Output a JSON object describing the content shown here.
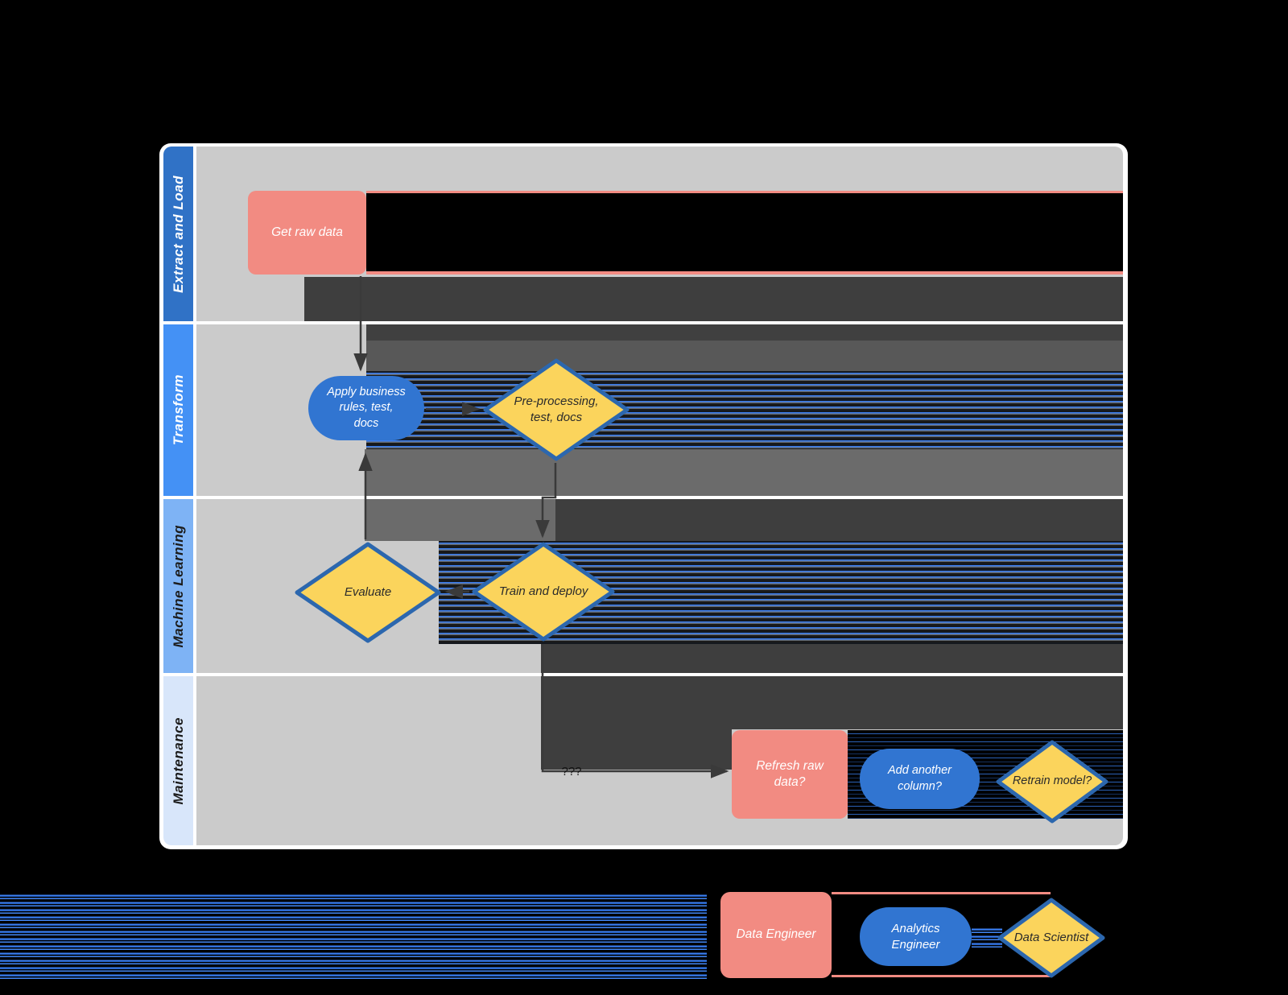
{
  "diagram": {
    "lanes": [
      {
        "label": "Extract and Load"
      },
      {
        "label": "Transform"
      },
      {
        "label": "Machine Learning"
      },
      {
        "label": "Maintenance"
      }
    ],
    "nodes": [
      {
        "id": "get-raw-data",
        "shape": "rounded-rect",
        "role_color": "#F28B82",
        "label": "Get raw data"
      },
      {
        "id": "apply-business-rules",
        "shape": "stadium",
        "role_color": "#3175D1",
        "label": "Apply business\nrules, test,\ndocs"
      },
      {
        "id": "pre-processing",
        "shape": "diamond",
        "role_color": "#FBD45C",
        "label": "Pre-processing,\ntest, docs"
      },
      {
        "id": "evaluate",
        "shape": "diamond",
        "role_color": "#FBD45C",
        "label": "Evaluate"
      },
      {
        "id": "train-and-deploy",
        "shape": "diamond",
        "role_color": "#FBD45C",
        "label": "Train and deploy"
      },
      {
        "id": "refresh-raw-data",
        "shape": "rounded-rect",
        "role_color": "#F28B82",
        "label": "Refresh raw\ndata?"
      },
      {
        "id": "add-another-column",
        "shape": "stadium",
        "role_color": "#3175D1",
        "label": "Add another\ncolumn?"
      },
      {
        "id": "retrain-model",
        "shape": "diamond",
        "role_color": "#FBD45C",
        "label": "Retrain model?"
      }
    ],
    "edge_label": "???"
  },
  "legend": {
    "items": [
      {
        "label": "Data Engineer",
        "shape": "rounded-rect",
        "color": "#F28B82"
      },
      {
        "label": "Analytics\nEngineer",
        "shape": "stadium",
        "color": "#3175D1"
      },
      {
        "label": "Data Scientist",
        "shape": "diamond",
        "color": "#FBD45C"
      }
    ]
  },
  "colors": {
    "background": "#000000",
    "canvas": "#CBCBCB",
    "pool_border": "#FFFFFF",
    "lane_bar_extract": "#3072C6",
    "lane_bar_transform": "#4491F5",
    "lane_bar_ml": "#7EB3F5",
    "lane_bar_maintenance": "#D8E6FA",
    "salmon": "#F28B82",
    "blue": "#3175D1",
    "yellow": "#FBD45C",
    "diamond_border": "#2C67AE",
    "artifact_dark": "#3E3E3E",
    "artifact_medium": "#6B6B6B",
    "stripe_blue": "#3B7EF0",
    "arrow": "#3A3A3A"
  }
}
